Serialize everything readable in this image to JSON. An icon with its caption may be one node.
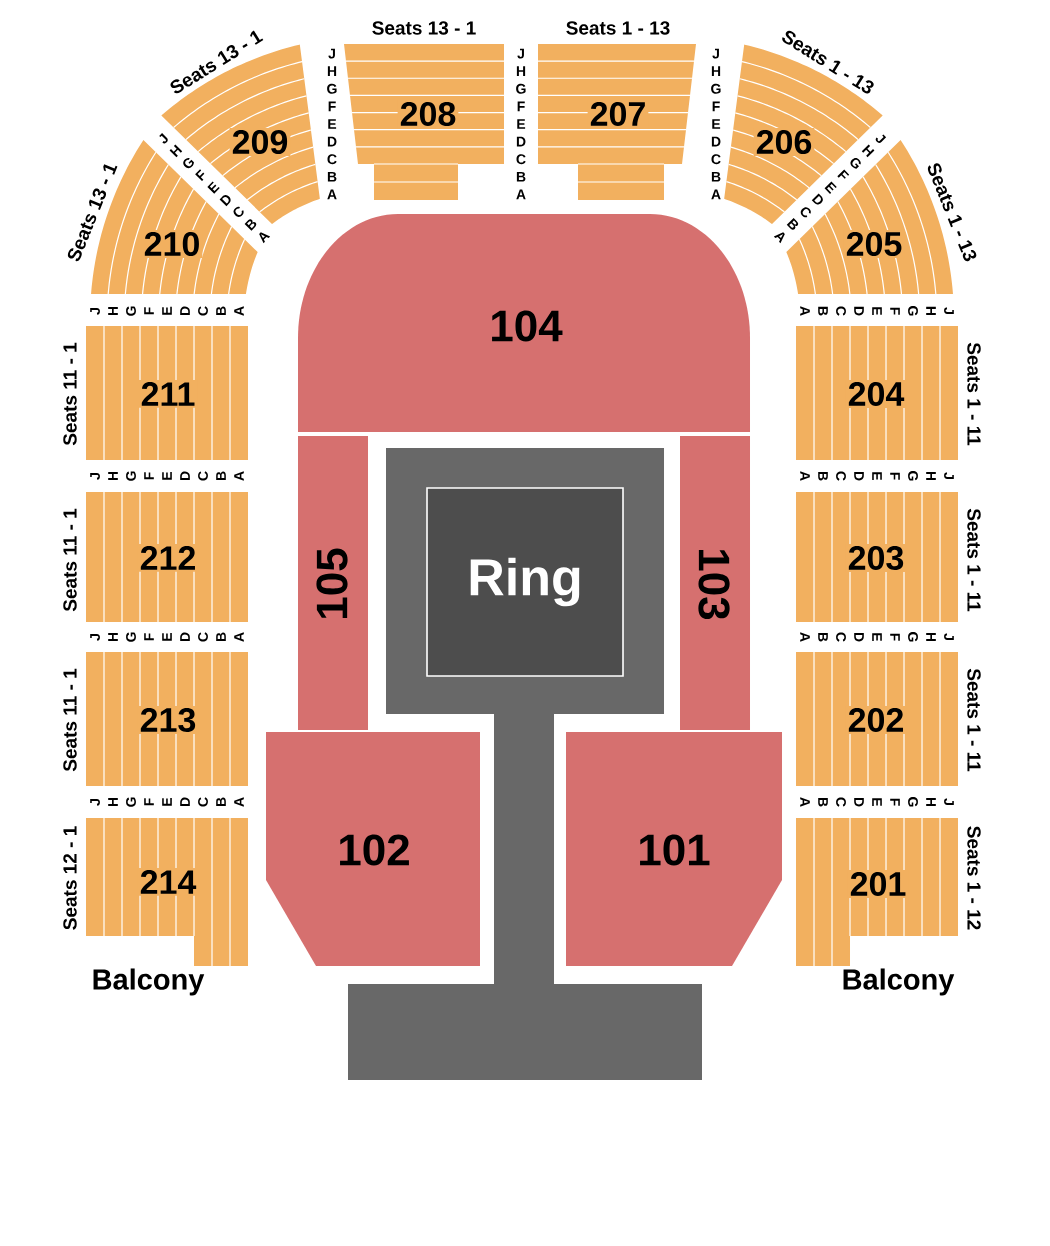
{
  "diagram": {
    "nodes": [
      {
        "text": [
          "209"
        ],
        "beside": [
          "Seats 13 - 1"
        ]
      },
      {
        "text": [
          "208"
        ],
        "beside": [
          "Seats 13 - 1"
        ]
      },
      {
        "text": [
          "207"
        ],
        "beside": [
          "Seats 1 - 13"
        ]
      },
      {
        "text": [
          "206"
        ],
        "beside": [
          "Seats 1 - 13"
        ]
      },
      {
        "text": [
          "210"
        ],
        "beside": [
          "Seats 13 - 1"
        ]
      },
      {
        "text": [
          "104"
        ]
      },
      {
        "text": [
          "205"
        ],
        "beside": [
          "Seats 1 - 13"
        ]
      },
      {
        "text": [
          "211"
        ],
        "beside": [
          "Seats 11 - 1"
        ]
      },
      {
        "text": [
          "204"
        ],
        "beside": [
          "Seats 1 - 11"
        ]
      },
      {
        "text": [
          "105"
        ]
      },
      {
        "text": [],
        "shape": "box"
      },
      {
        "text": [
          "Ring"
        ],
        "in": 10
      },
      {
        "text": [
          "103"
        ]
      },
      {
        "text": [
          "212"
        ],
        "beside": [
          "Seats 11 - 1"
        ]
      },
      {
        "text": [
          "203"
        ],
        "beside": [
          "Seats 1 - 11"
        ]
      },
      {
        "text": [
          "213"
        ],
        "beside": [
          "Seats 11 - 1"
        ]
      },
      {
        "text": [
          "202"
        ],
        "beside": [
          "Seats 1 - 11"
        ]
      },
      {
        "text": [
          "214"
        ],
        "beside": [
          "Seats 12 - 1"
        ]
      },
      {
        "text": [
          "102"
        ]
      },
      {
        "text": [
          "101"
        ]
      },
      {
        "text": [
          "201"
        ],
        "beside": [
          "Seats 1 - 12"
        ]
      }
    ],
    "labels": [
      "J H G F E D C B A",
      "J H G F E D C B A",
      "J H G F E D C B A",
      "J H G F E D C B A",
      "J H G F E D C B A",
      "J H G F E D C B A",
      "J H G F E D C B A",
      "J H G F E D C B A",
      "J H G F E D C B A",
      "J H G F E D C B A",
      "J H G F E D C B A",
      "J H G F E D C B A",
      "J H G F E D C B A",
      "Balcony",
      "Balcony"
    ]
  }
}
